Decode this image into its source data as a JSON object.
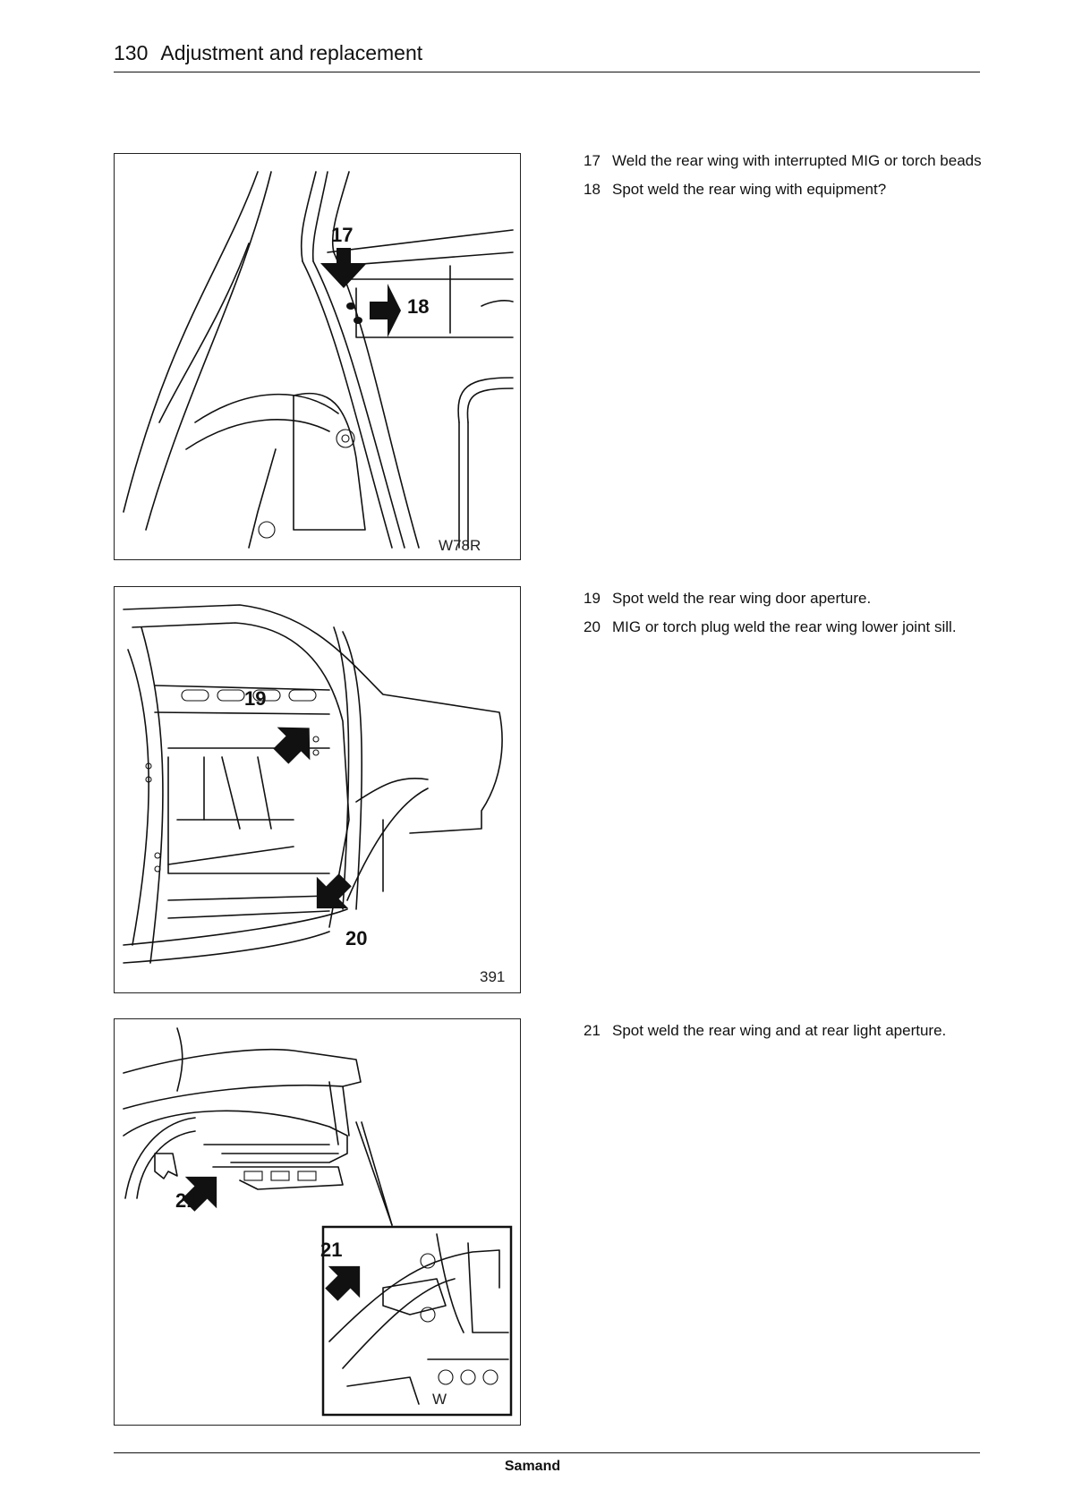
{
  "header": {
    "page_number": "130",
    "title": "Adjustment and replacement"
  },
  "figures": [
    {
      "code": "W78R",
      "callouts": [
        "17",
        "18"
      ]
    },
    {
      "code": "391",
      "callouts": [
        "19",
        "20"
      ]
    },
    {
      "code": "W",
      "callouts": [
        "21",
        "21"
      ]
    }
  ],
  "steps": [
    {
      "number": "17",
      "text": "Weld the rear wing with interrupted MIG or torch beads"
    },
    {
      "number": "18",
      "text": "Spot weld the rear wing with equipment?"
    },
    {
      "number": "19",
      "text": "Spot weld the rear wing door aperture."
    },
    {
      "number": "20",
      "text": "MIG or torch plug weld the rear wing lower joint sill."
    },
    {
      "number": "21",
      "text": "Spot weld the rear wing and at rear light aperture."
    }
  ],
  "footer": {
    "brand": "Samand"
  }
}
